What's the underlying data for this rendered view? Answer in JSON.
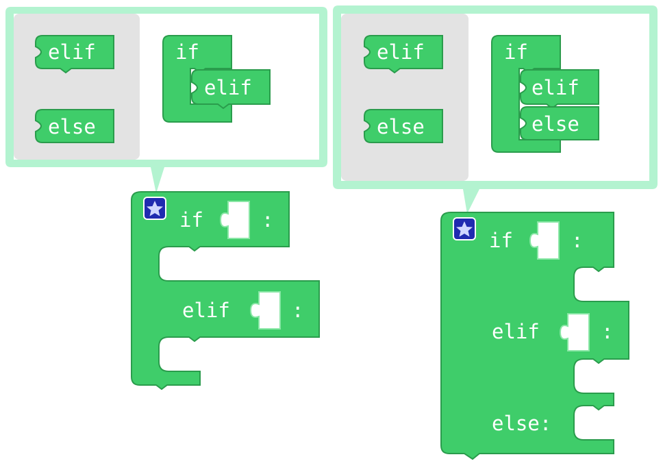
{
  "colors": {
    "block_green": "#3fcd6a",
    "block_dark": "#2a9c4c",
    "block_light": "#8ae7a6",
    "bubble_border": "#b3f3d0",
    "palette_bg": "#e3e3e3",
    "socket_white": "#ffffff",
    "star_blue": "#1f2bb0"
  },
  "icons": {
    "mutator": "star-icon"
  },
  "left": {
    "palette": {
      "elif": "elif",
      "else": "else"
    },
    "workspace": {
      "if": "if",
      "elif": "elif"
    },
    "block": {
      "if": "if",
      "colon1": ":",
      "elif": "elif",
      "colon2": ":"
    }
  },
  "right": {
    "palette": {
      "elif": "elif",
      "else": "else"
    },
    "workspace": {
      "if": "if",
      "elif": "elif",
      "else": "else"
    },
    "block": {
      "if": "if",
      "colon1": ":",
      "elif": "elif",
      "colon2": ":",
      "else": "else:"
    }
  }
}
